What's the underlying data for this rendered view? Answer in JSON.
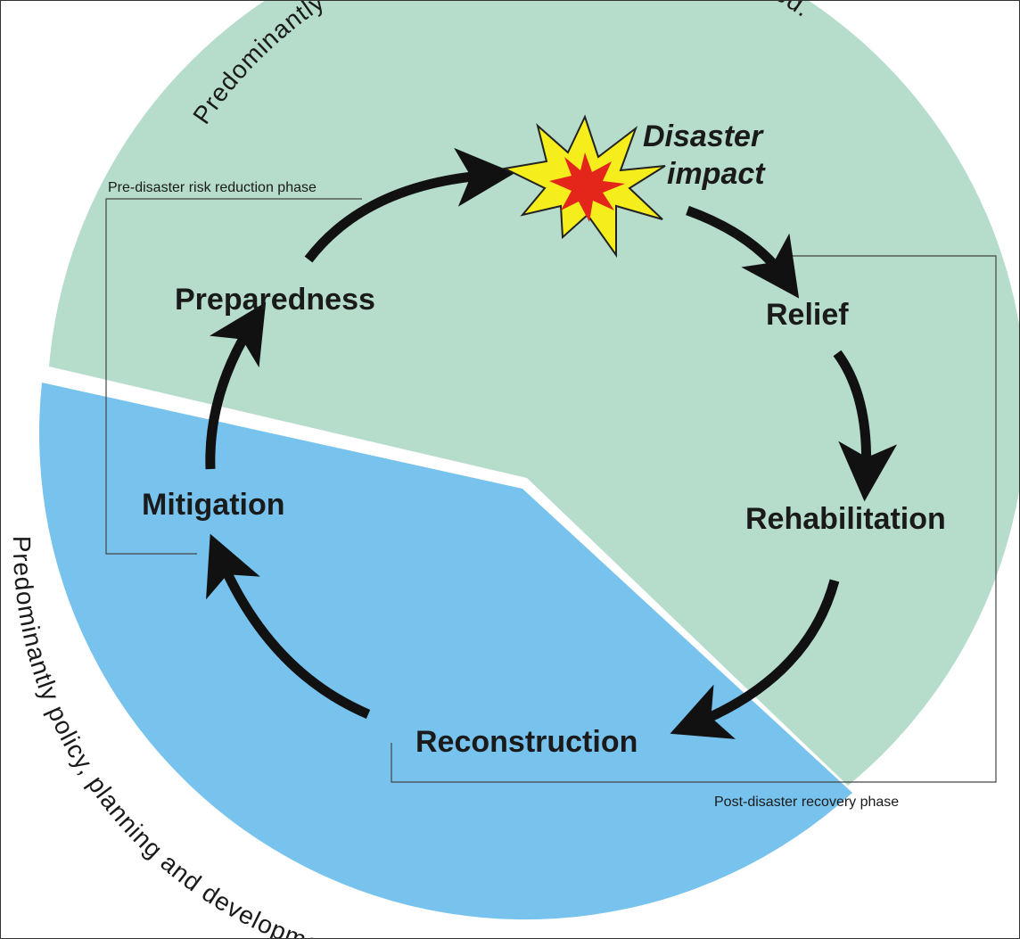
{
  "colors": {
    "emergency_region": "#b6dccb",
    "development_region": "#78c3ee",
    "arrow": "#111111",
    "star_outer": "#f5ee1c",
    "star_inner": "#e32619"
  },
  "top_arc_text": "Predominantly emergency and life-line services involved.",
  "bottom_arc_text": "Predominantly policy, planning and development involved.",
  "impact": {
    "line1": "Disaster",
    "line2": "impact",
    "icon": "explosion-icon"
  },
  "stages": {
    "relief": "Relief",
    "rehabilitation": "Rehabilitation",
    "reconstruction": "Reconstruction",
    "mitigation": "Mitigation",
    "preparedness": "Preparedness"
  },
  "phases": {
    "pre_disaster": "Pre-disaster risk reduction phase",
    "post_disaster": "Post-disaster recovery phase"
  }
}
